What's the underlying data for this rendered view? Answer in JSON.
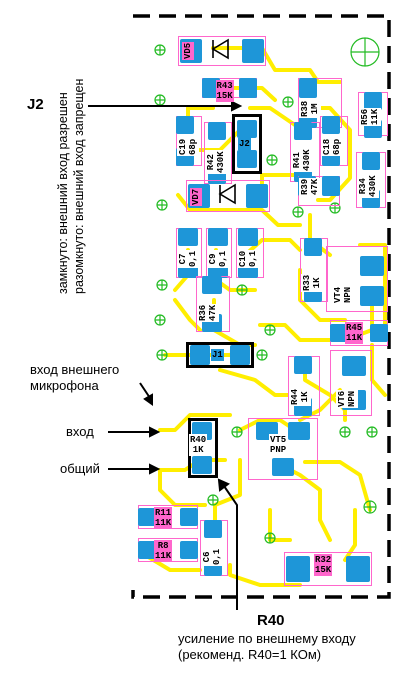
{
  "jumper": {
    "name": "J2",
    "closed_text": "замкнуто: внешний вход разрешен",
    "open_text": "разомкнуто: внешний вход запрещен"
  },
  "input": {
    "mic_line1": "вход внешнего",
    "mic_line2": "микрофона",
    "in_label": "вход",
    "common_label": "общий"
  },
  "r40": {
    "name": "R40",
    "desc_line1": "усиление по внешнему входу",
    "desc_line2": "(рекоменд. R40=1 КОм)"
  },
  "components": [
    {
      "ref": "VD5",
      "value": ""
    },
    {
      "ref": "R43",
      "value": "15K"
    },
    {
      "ref": "R38",
      "value": "1M"
    },
    {
      "ref": "R56",
      "value": "11K"
    },
    {
      "ref": "C19",
      "value": "68p"
    },
    {
      "ref": "R42",
      "value": "430K"
    },
    {
      "ref": "J2",
      "value": ""
    },
    {
      "ref": "R41",
      "value": "430K"
    },
    {
      "ref": "C18",
      "value": "68p"
    },
    {
      "ref": "R34",
      "value": "430K"
    },
    {
      "ref": "VD7",
      "value": ""
    },
    {
      "ref": "R39",
      "value": "47K"
    },
    {
      "ref": "C7",
      "value": "0,1"
    },
    {
      "ref": "C9",
      "value": "0,1"
    },
    {
      "ref": "C10",
      "value": "0,1"
    },
    {
      "ref": "R33",
      "value": "1K"
    },
    {
      "ref": "VT4",
      "value": "NPN"
    },
    {
      "ref": "R36",
      "value": "47K"
    },
    {
      "ref": "J1",
      "value": ""
    },
    {
      "ref": "R45",
      "value": "11K"
    },
    {
      "ref": "R44",
      "value": "1K"
    },
    {
      "ref": "VT6",
      "value": "NPN"
    },
    {
      "ref": "R40",
      "value": "1K"
    },
    {
      "ref": "VT5",
      "value": "PNP"
    },
    {
      "ref": "R11",
      "value": "11K"
    },
    {
      "ref": "R8",
      "value": "11K"
    },
    {
      "ref": "C6",
      "value": "0,1"
    },
    {
      "ref": "R32",
      "value": "15K"
    }
  ],
  "colors": {
    "trace": "#ffee00",
    "pad": "#1e96d8",
    "silk": "#ff66cc",
    "hole": "#22bb22",
    "outline": "#000000"
  }
}
